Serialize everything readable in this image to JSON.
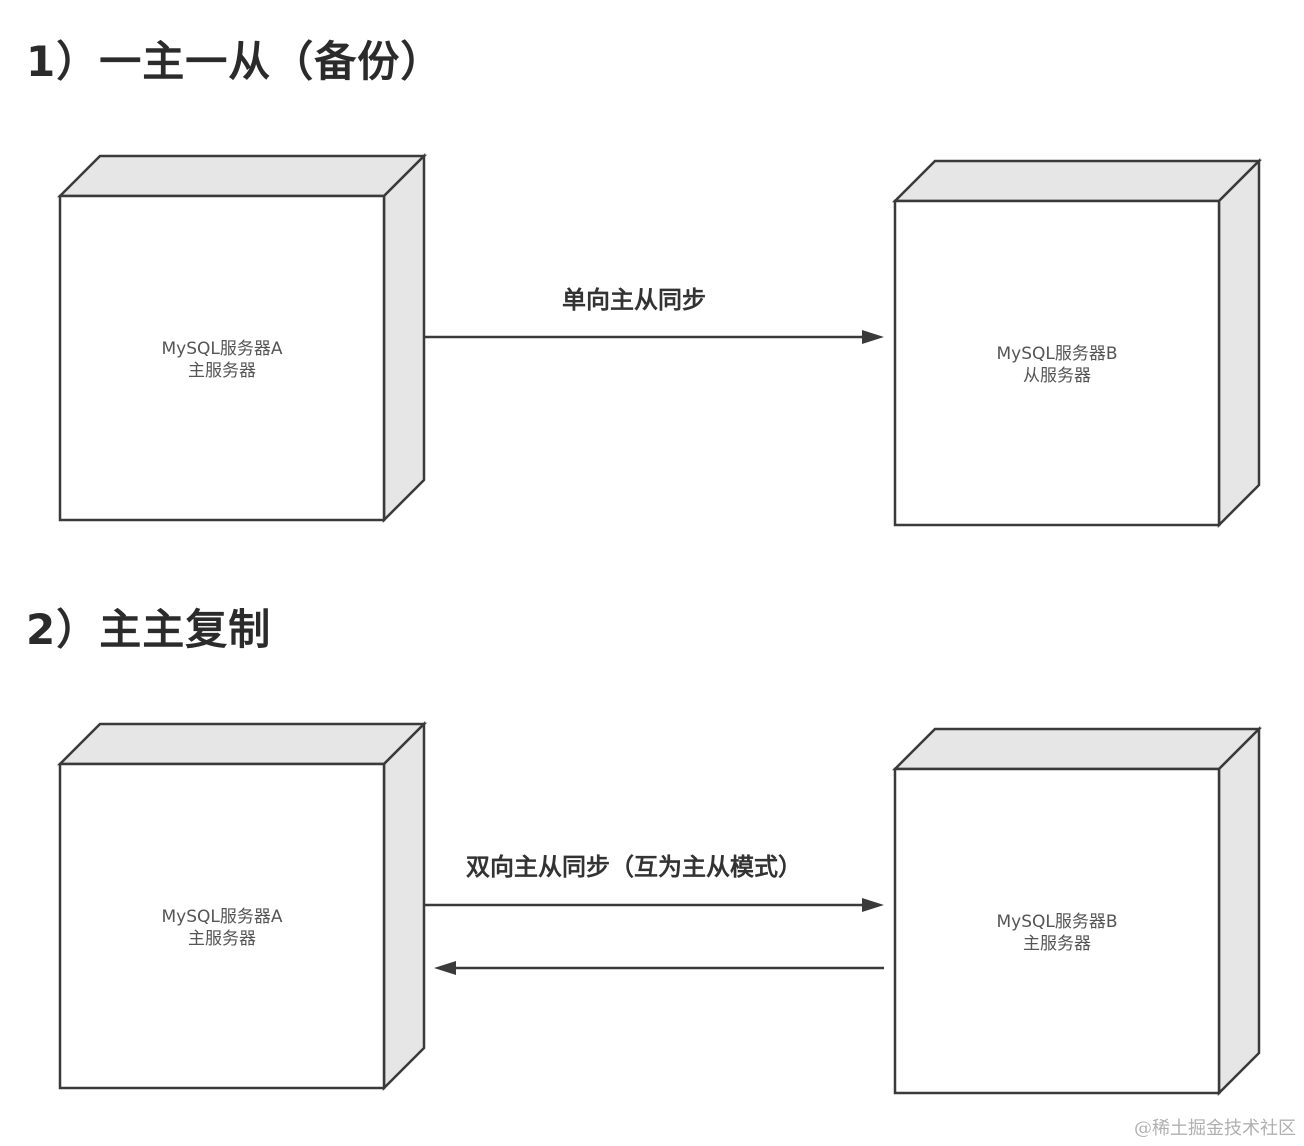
{
  "section1": {
    "heading": "1）一主一从（备份）",
    "server_a": {
      "line1": "MySQL服务器A",
      "line2": "主服务器"
    },
    "server_b": {
      "line1": "MySQL服务器B",
      "line2": "从服务器"
    },
    "arrow_label": "单向主从同步"
  },
  "section2": {
    "heading": "2）主主复制",
    "server_a": {
      "line1": "MySQL服务器A",
      "line2": "主服务器"
    },
    "server_b": {
      "line1": "MySQL服务器B",
      "line2": "主服务器"
    },
    "arrow_label": "双向主从同步（互为主从模式）"
  },
  "watermark": "@稀土掘金技术社区",
  "colors": {
    "box_stroke": "#3a3a3a",
    "box_face": "#ffffff",
    "box_side": "#e6e6e6",
    "arrow": "#3a3a3a"
  }
}
